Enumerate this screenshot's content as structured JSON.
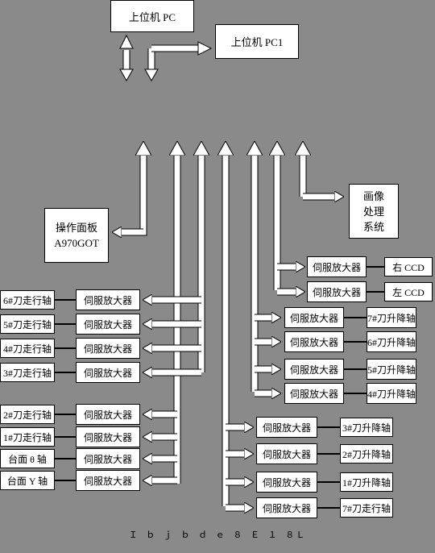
{
  "top": {
    "host_pc": "上位机 PC",
    "host_pc1": "上位机 PC1"
  },
  "operator_panel": {
    "line1": "操作面板",
    "line2": "A970GOT"
  },
  "image_system": {
    "line1": "画像",
    "line2": "处理",
    "line3": "系统"
  },
  "servo_label": "伺服放大器",
  "left_axes": [
    "6#刀走行轴",
    "5#刀走行轴",
    "4#刀走行轴",
    "3#刀走行轴",
    "2#刀走行轴",
    "1#刀走行轴",
    "台面 θ 轴",
    "台面 Y 轴"
  ],
  "ccd": [
    "右 CCD",
    "左 CCD"
  ],
  "right_axes_upper": [
    "7#刀升降轴",
    "6#刀升降轴",
    "5#刀升降轴",
    "4#刀升降轴"
  ],
  "right_axes_lower": [
    "3#刀升降轴",
    "2#刀升降轴",
    "1#刀升降轴",
    "7#刀走行轴"
  ],
  "caption": "Ｉ ｂ ｊ ｂ ｄ ｅ ８ Ｅ １ ８Ｌ"
}
